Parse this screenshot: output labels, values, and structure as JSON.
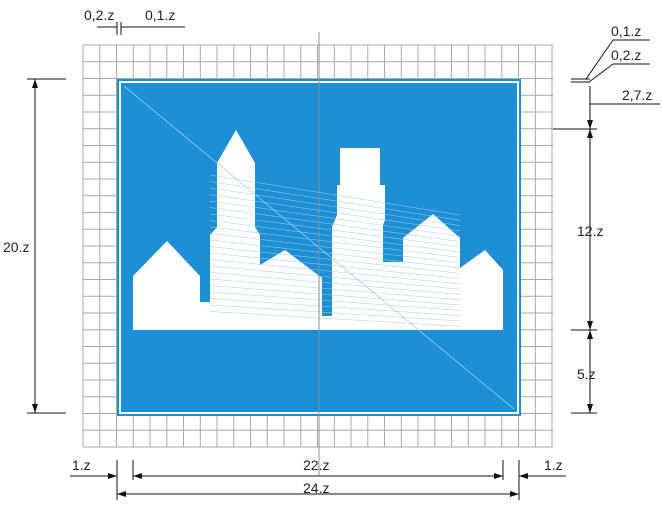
{
  "colors": {
    "sign_blue": "#1e8fd4",
    "sign_white": "#ffffff",
    "grid": "#a8a8a8",
    "dimension_line": "#111111",
    "hatch": "#9ecfe9"
  },
  "icon": "town-skyline-icon",
  "dimensions": {
    "top_left_a": "0,2.z",
    "top_left_b": "0,1.z",
    "top_right_a": "0,1.z",
    "top_right_b": "0,2.z",
    "right_offset": "2,7.z",
    "right_upper": "12.z",
    "right_lower": "5.z",
    "left_height": "20.z",
    "bottom_left": "1.z",
    "bottom_middle": "22.z",
    "bottom_right": "1.z",
    "bottom_total": "24.z"
  }
}
